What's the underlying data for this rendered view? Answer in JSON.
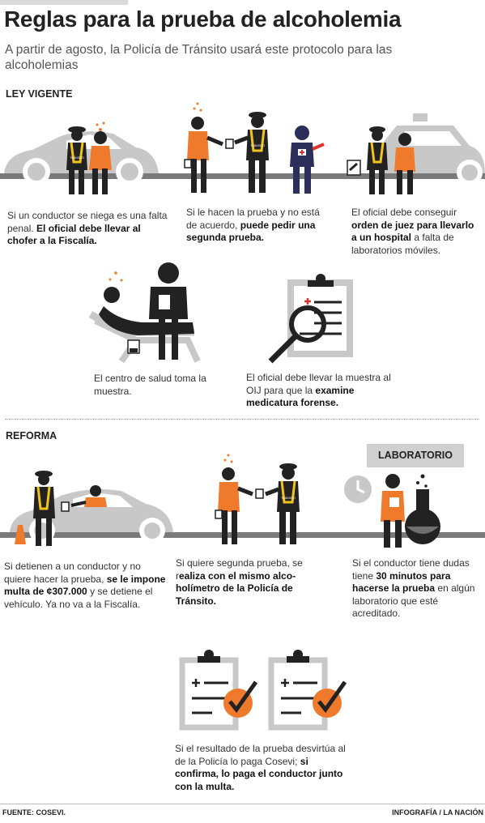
{
  "header": {
    "title": "Reglas para la prueba de alcoholemia",
    "subtitle": "A partir de agosto, la Policía de Tránsito usará este protocolo para las alcoholemias"
  },
  "sections": {
    "ley_vigente": "LEY VIGENTE",
    "reforma": "REFORMA"
  },
  "ley_vigente": {
    "step1": {
      "t1": "Si un conductor se niega es una falta penal. ",
      "b1": "El oficial debe llevar al chofer a la Fiscalía."
    },
    "step2": {
      "t1": "Si le hacen la prueba y no está de acuerdo, ",
      "b1": "puede pedir una segunda prueba."
    },
    "step3": {
      "t1": "El oficial debe conseguir ",
      "b1": "orden de juez para llevarlo a un hospital",
      "t2": " a falta de laboratorios móviles."
    },
    "step4": {
      "t1": "El centro de salud toma la muestra."
    },
    "step5": {
      "t1": "El oficial debe llevar la muestra al OIJ para que la ",
      "b1": "examine medicatura forense."
    }
  },
  "reforma": {
    "lab_label": "LABORATORIO",
    "step1": {
      "t1": "Si detienen a un conductor y no quiere hacer la prueba, ",
      "b1": "se le impone multa de ¢307.000",
      "t2": " y se detiene el vehículo. Ya no va a la Fiscalía."
    },
    "step2": {
      "t1": "Si quiere segunda prueba, se r",
      "b1": "ealiza con el mismo alco­holímetro de la Policía de Tránsito."
    },
    "step3": {
      "t1": "Si el conductor tiene dudas tiene ",
      "b1": "30 minutos para hacerse la prueba",
      "t2": " en algún laboratorio que esté acreditado."
    },
    "step4": {
      "t1": "Si el resultado de la prueba desvirtúa al de la Policía lo paga Cosevi; ",
      "b1": "si confirma, lo paga el conductor junto con la multa."
    }
  },
  "badges": {
    "transito": "TRÁNSITO"
  },
  "footer": {
    "source": "FUENTE: COSEVI.",
    "credit": "INFOGRAFÍA / LA NACIÓN"
  },
  "colors": {
    "orange": "#f07a2c",
    "gray": "#c8c8c8",
    "dark": "#222222",
    "yellow": "#f2c318",
    "navy": "#2c2f5a",
    "red": "#d6362f"
  }
}
